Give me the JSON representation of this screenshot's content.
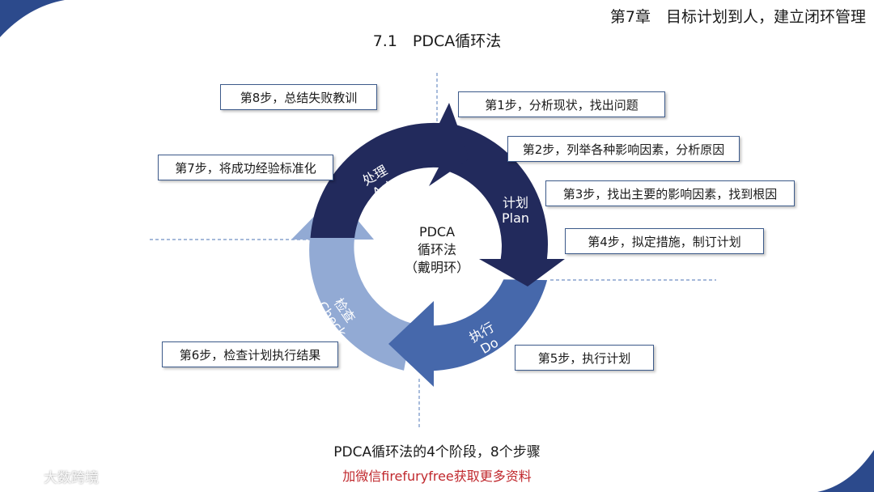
{
  "header": {
    "chapter": "第7章　目标计划到人，建立闭环管理",
    "section": "7.1　PDCA循环法"
  },
  "center": {
    "line1": "PDCA",
    "line2": "循环法",
    "line3": "（戴明环）"
  },
  "phases": {
    "act": {
      "cn": "处理",
      "en": "Act"
    },
    "plan": {
      "cn": "计划",
      "en": "Plan"
    },
    "do": {
      "cn": "执行",
      "en": "Do"
    },
    "check": {
      "cn": "检查",
      "en": "Check"
    }
  },
  "steps": [
    "第1步，分析现状，找出问题",
    "第2步，列举各种影响因素，分析原因",
    "第3步，找出主要的影响因素，找到根因",
    "第4步，拟定措施，制订计划",
    "第5步，执行计划",
    "第6步，检查计划执行结果",
    "第7步，将成功经验标准化",
    "第8步，总结失败教训"
  ],
  "caption": "PDCA循环法的4个阶段，8个步骤",
  "promo": "加微信firefuryfree获取更多资料",
  "watermark": "大数跨境",
  "colors": {
    "act_plan": "#222a5c",
    "do": "#4668ab",
    "check": "#92aad4",
    "promo": "#c0282d",
    "corner": "#2c4a8c"
  }
}
